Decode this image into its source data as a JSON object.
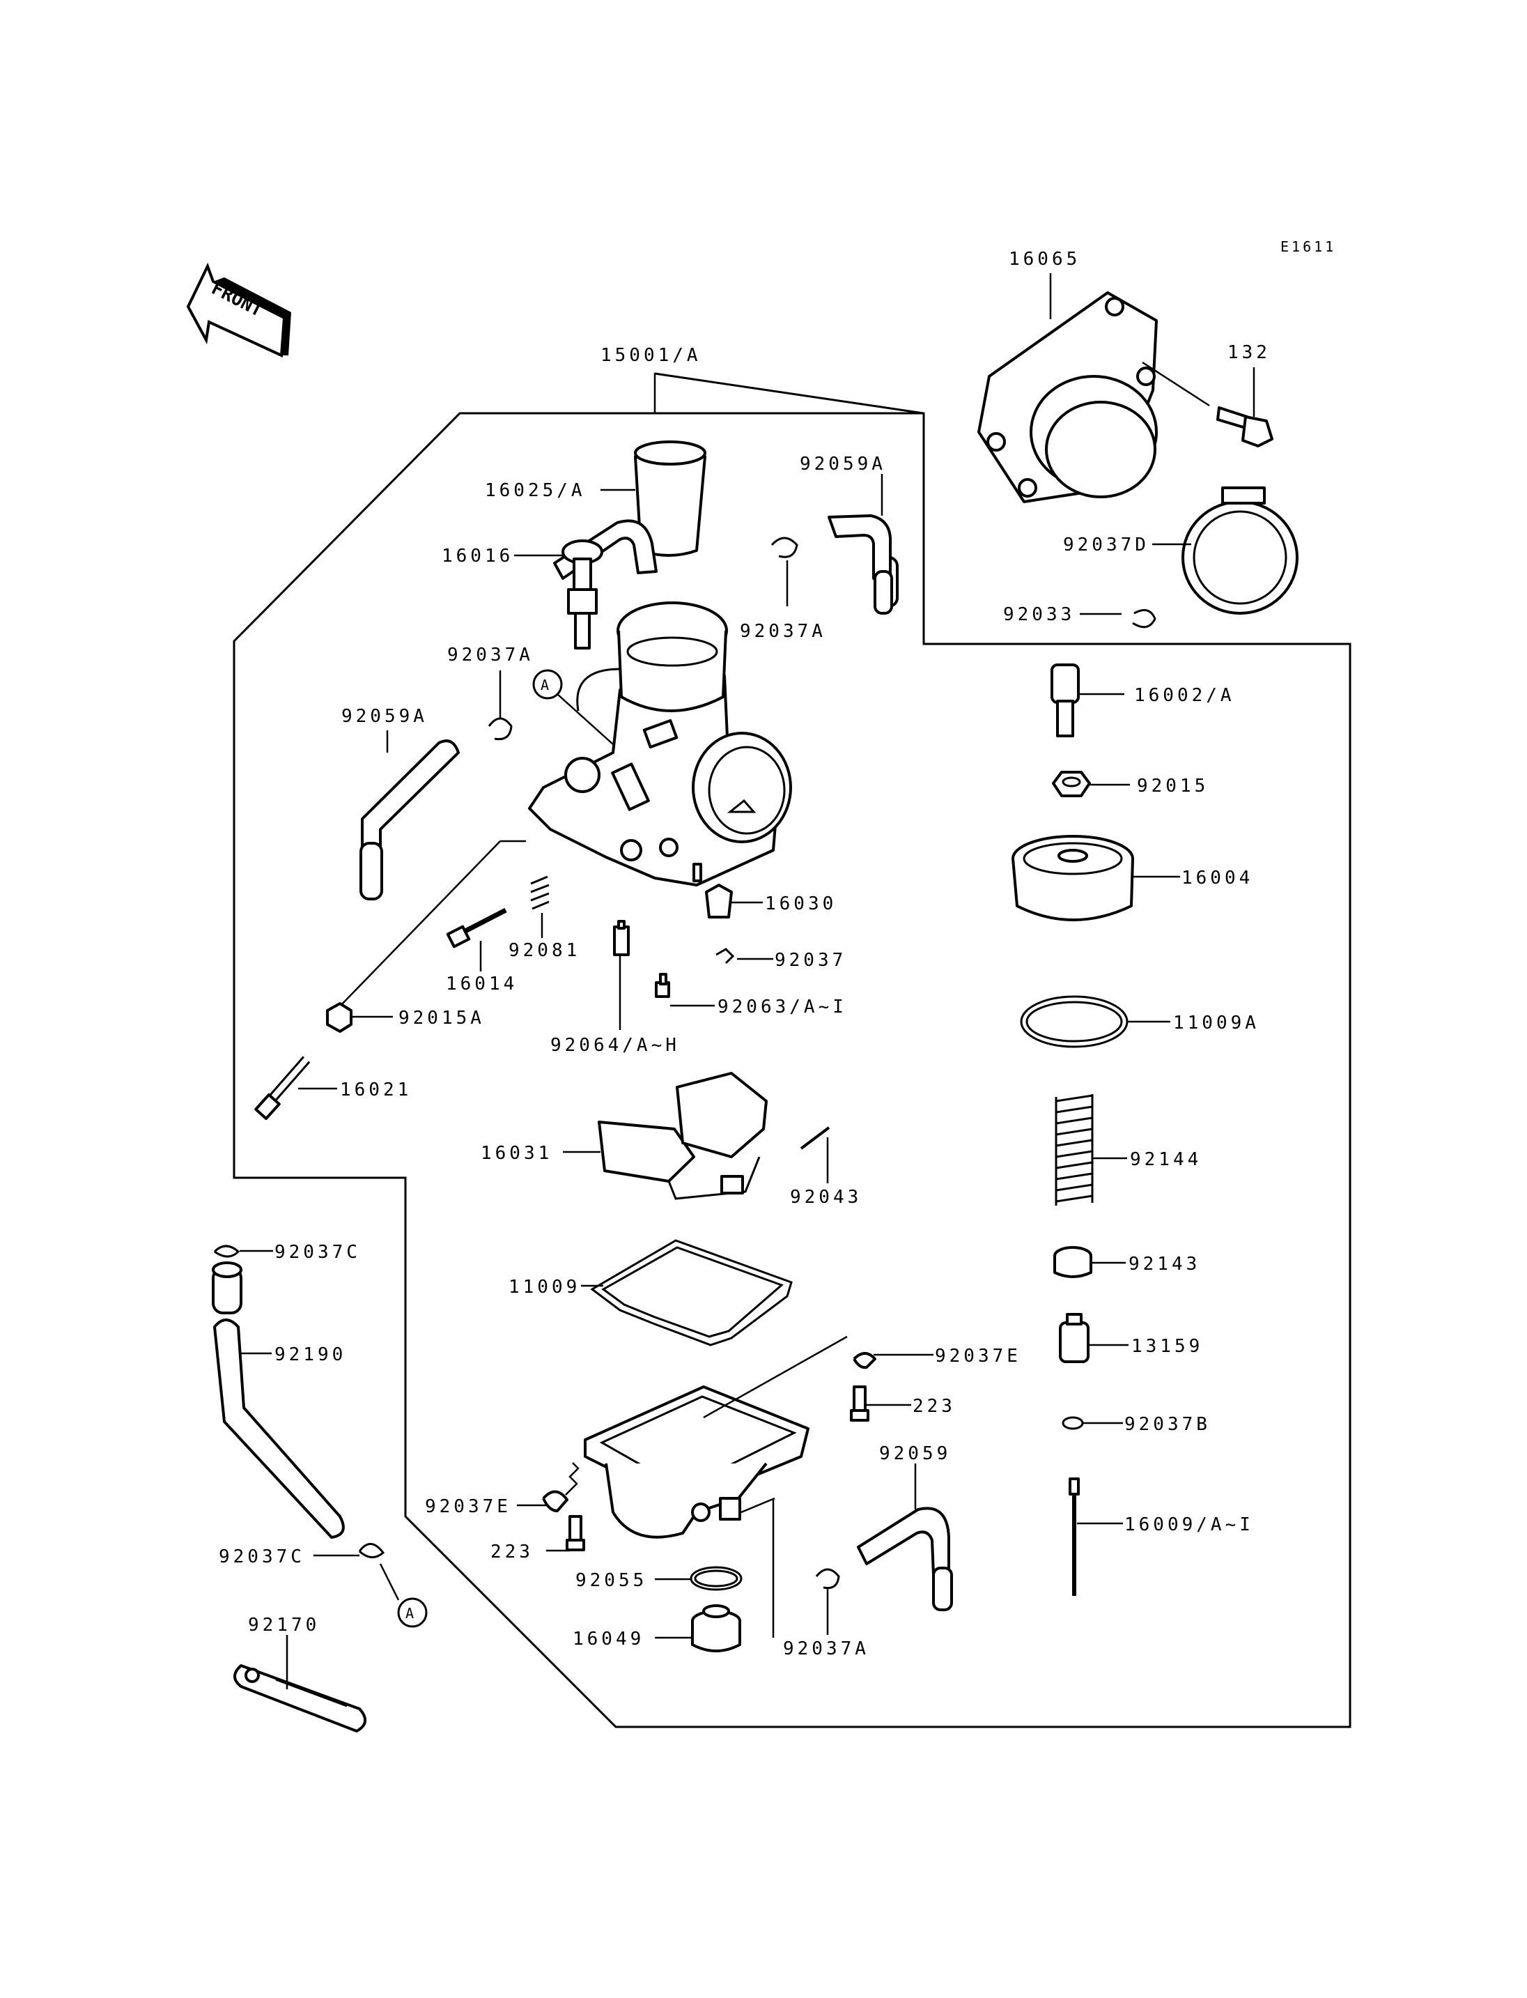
{
  "diagram_code": "E1611",
  "front_arrow_label": "FRONT",
  "ref_marker": "A",
  "parts": {
    "p15001": "15001/A",
    "p16065": "16065",
    "p132": "132",
    "p92037D": "92037D",
    "p92033": "92033",
    "p16025": "16025/A",
    "p92059A_top": "92059A",
    "p16016": "16016",
    "p92037A_top": "92037A",
    "p92037A_left": "92037A",
    "p92059A_left": "92059A",
    "p16002": "16002/A",
    "p92015": "92015",
    "p16004": "16004",
    "p16030": "16030",
    "p92037": "92037",
    "p92081": "92081",
    "p16014": "16014",
    "p92063": "92063/A~I",
    "p92015A": "92015A",
    "p92064": "92064/A~H",
    "p11009A": "11009A",
    "p16021": "16021",
    "p16031": "16031",
    "p92043": "92043",
    "p92144": "92144",
    "p92037C_top": "92037C",
    "p11009": "11009",
    "p92143": "92143",
    "p92190": "92190",
    "p13159": "13159",
    "p92037E_right": "92037E",
    "p223_right": "223",
    "p92037B": "92037B",
    "p92059": "92059",
    "p92037E_left": "92037E",
    "p16009": "16009/A~I",
    "p223_left": "223",
    "p92037C_bottom": "92037C",
    "p92055": "92055",
    "p92170": "92170",
    "p16049": "16049",
    "p92037A_bottom": "92037A"
  }
}
